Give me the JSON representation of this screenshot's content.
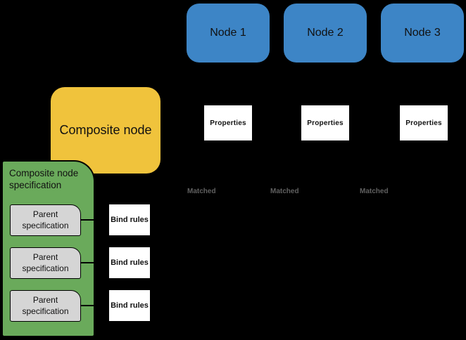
{
  "diagram": {
    "nodes": [
      {
        "label": "Node 1"
      },
      {
        "label": "Node 2"
      },
      {
        "label": "Node 3"
      }
    ],
    "properties_boxes": [
      {
        "label": "Properties"
      },
      {
        "label": "Properties"
      },
      {
        "label": "Properties"
      }
    ],
    "matched_labels": [
      {
        "label": "Matched"
      },
      {
        "label": "Matched"
      },
      {
        "label": "Matched"
      }
    ],
    "composite_node": {
      "label": "Composite node"
    },
    "specification": {
      "title": "Composite node specification",
      "parent_specs": [
        {
          "label": "Parent specification"
        },
        {
          "label": "Parent specification"
        },
        {
          "label": "Parent specification"
        }
      ],
      "bind_rules": [
        {
          "label": "Bind rules"
        },
        {
          "label": "Bind rules"
        },
        {
          "label": "Bind rules"
        }
      ]
    }
  },
  "colors": {
    "background": "#000000",
    "node-blue": "#3D85C6",
    "composite-yellow": "#F0C33C",
    "spec-green": "#6AAA5B",
    "parent-gray": "#D5D5D5",
    "box-white": "#FFFFFF",
    "matched-gray": "#606060",
    "text-black": "#111111"
  }
}
